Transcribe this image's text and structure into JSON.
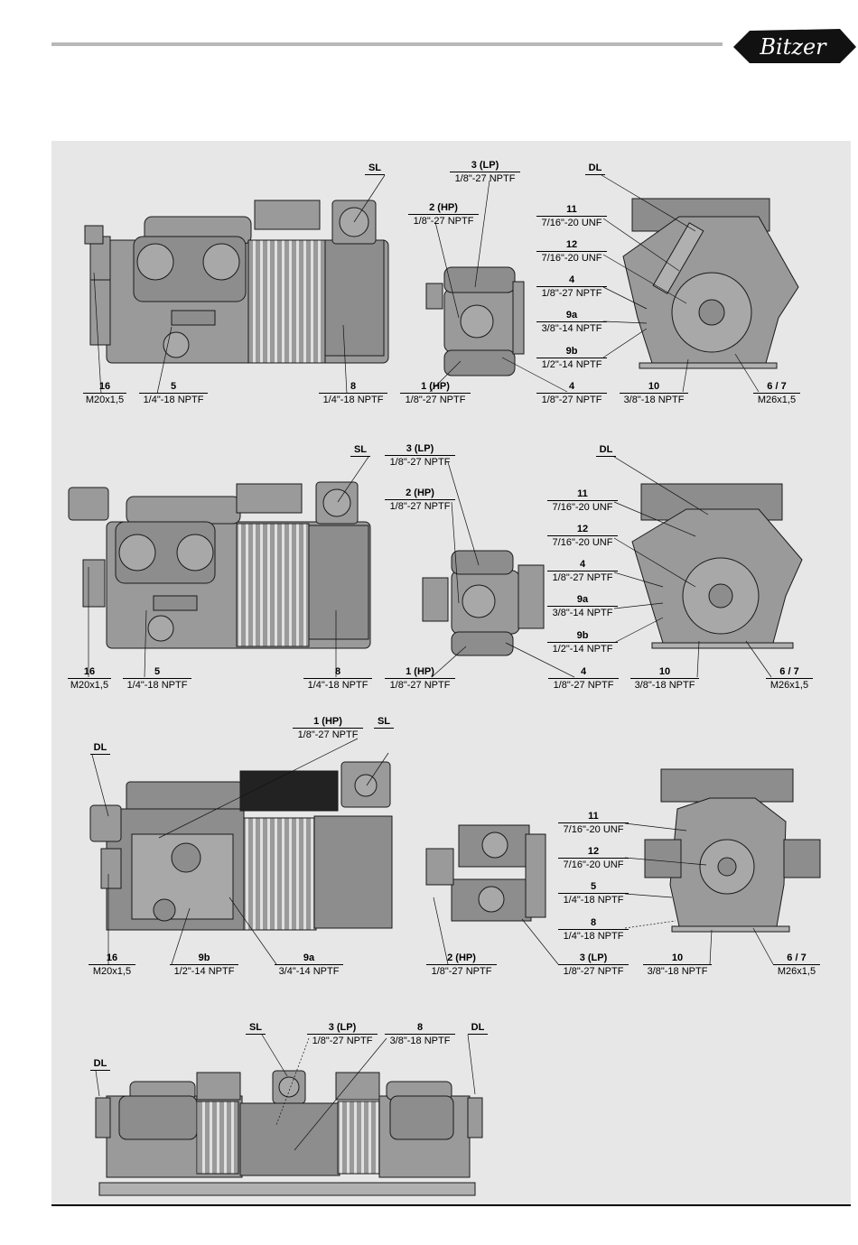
{
  "brand": {
    "logo_text": "Bitzer",
    "colors": {
      "header_line": "#b8b8b8",
      "panel": "#e7e7e7",
      "drawing": "#9a9a9a",
      "outline": "#1a1a1a"
    }
  },
  "labels": [
    {
      "id": "r1-sl",
      "num": "SL",
      "spec": ""
    },
    {
      "id": "r1-16",
      "num": "16",
      "spec": "M20x1,5"
    },
    {
      "id": "r1-5",
      "num": "5",
      "spec": "1/4\"-18 NPTF"
    },
    {
      "id": "r1-8",
      "num": "8",
      "spec": "1/4\"-18 NPTF"
    },
    {
      "id": "r1-3lp",
      "num": "3 (LP)",
      "spec": "1/8\"-27 NPTF"
    },
    {
      "id": "r1-2hp",
      "num": "2 (HP)",
      "spec": "1/8\"-27 NPTF"
    },
    {
      "id": "r1-1hp",
      "num": "1 (HP)",
      "spec": "1/8\"-27 NPTF"
    },
    {
      "id": "r1-4b",
      "num": "4",
      "spec": "1/8\"-27 NPTF"
    },
    {
      "id": "r1-dl",
      "num": "DL",
      "spec": ""
    },
    {
      "id": "r1-11",
      "num": "11",
      "spec": "7/16\"-20 UNF"
    },
    {
      "id": "r1-12",
      "num": "12",
      "spec": "7/16\"-20 UNF"
    },
    {
      "id": "r1-4",
      "num": "4",
      "spec": "1/8\"-27 NPTF"
    },
    {
      "id": "r1-9a",
      "num": "9a",
      "spec": "3/8\"-14 NPTF"
    },
    {
      "id": "r1-9b",
      "num": "9b",
      "spec": "1/2\"-14 NPTF"
    },
    {
      "id": "r1-10",
      "num": "10",
      "spec": "3/8\"-18 NPTF"
    },
    {
      "id": "r1-67",
      "num": "6 / 7",
      "spec": "M26x1,5"
    },
    {
      "id": "r2-sl",
      "num": "SL",
      "spec": ""
    },
    {
      "id": "r2-16",
      "num": "16",
      "spec": "M20x1,5"
    },
    {
      "id": "r2-5",
      "num": "5",
      "spec": "1/4\"-18 NPTF"
    },
    {
      "id": "r2-8",
      "num": "8",
      "spec": "1/4\"-18 NPTF"
    },
    {
      "id": "r2-3lp",
      "num": "3 (LP)",
      "spec": "1/8\"-27 NPTF"
    },
    {
      "id": "r2-2hp",
      "num": "2 (HP)",
      "spec": "1/8\"-27 NPTF"
    },
    {
      "id": "r2-1hp",
      "num": "1 (HP)",
      "spec": "1/8\"-27 NPTF"
    },
    {
      "id": "r2-4b",
      "num": "4",
      "spec": "1/8\"-27 NPTF"
    },
    {
      "id": "r2-dl",
      "num": "DL",
      "spec": ""
    },
    {
      "id": "r2-11",
      "num": "11",
      "spec": "7/16\"-20 UNF"
    },
    {
      "id": "r2-12",
      "num": "12",
      "spec": "7/16\"-20 UNF"
    },
    {
      "id": "r2-4",
      "num": "4",
      "spec": "1/8\"-27 NPTF"
    },
    {
      "id": "r2-9a",
      "num": "9a",
      "spec": "3/8\"-14 NPTF"
    },
    {
      "id": "r2-9b",
      "num": "9b",
      "spec": "1/2\"-14 NPTF"
    },
    {
      "id": "r2-10",
      "num": "10",
      "spec": "3/8\"-18 NPTF"
    },
    {
      "id": "r2-67",
      "num": "6 / 7",
      "spec": "M26x1,5"
    },
    {
      "id": "r3-dl",
      "num": "DL",
      "spec": ""
    },
    {
      "id": "r3-1hp",
      "num": "1 (HP)",
      "spec": "1/8\"-27 NPTF"
    },
    {
      "id": "r3-sl",
      "num": "SL",
      "spec": ""
    },
    {
      "id": "r3-16",
      "num": "16",
      "spec": "M20x1,5"
    },
    {
      "id": "r3-9b",
      "num": "9b",
      "spec": "1/2\"-14 NPTF"
    },
    {
      "id": "r3-9a",
      "num": "9a",
      "spec": "3/4\"-14 NPTF"
    },
    {
      "id": "r3-2hp",
      "num": "2 (HP)",
      "spec": "1/8\"-27 NPTF"
    },
    {
      "id": "r3-3lp",
      "num": "3 (LP)",
      "spec": "1/8\"-27 NPTF"
    },
    {
      "id": "r3-11",
      "num": "11",
      "spec": "7/16\"-20 UNF"
    },
    {
      "id": "r3-12",
      "num": "12",
      "spec": "7/16\"-20 UNF"
    },
    {
      "id": "r3-5",
      "num": "5",
      "spec": "1/4\"-18 NPTF"
    },
    {
      "id": "r3-8",
      "num": "8",
      "spec": "1/4\"-18 NPTF"
    },
    {
      "id": "r3-10",
      "num": "10",
      "spec": "3/8\"-18 NPTF"
    },
    {
      "id": "r3-67",
      "num": "6 / 7",
      "spec": "M26x1,5"
    },
    {
      "id": "r4-sl",
      "num": "SL",
      "spec": ""
    },
    {
      "id": "r4-3lp",
      "num": "3 (LP)",
      "spec": "1/8\"-27 NPTF"
    },
    {
      "id": "r4-8",
      "num": "8",
      "spec": "3/8\"-18 NPTF"
    },
    {
      "id": "r4-dlr",
      "num": "DL",
      "spec": ""
    },
    {
      "id": "r4-dll",
      "num": "DL",
      "spec": ""
    }
  ]
}
